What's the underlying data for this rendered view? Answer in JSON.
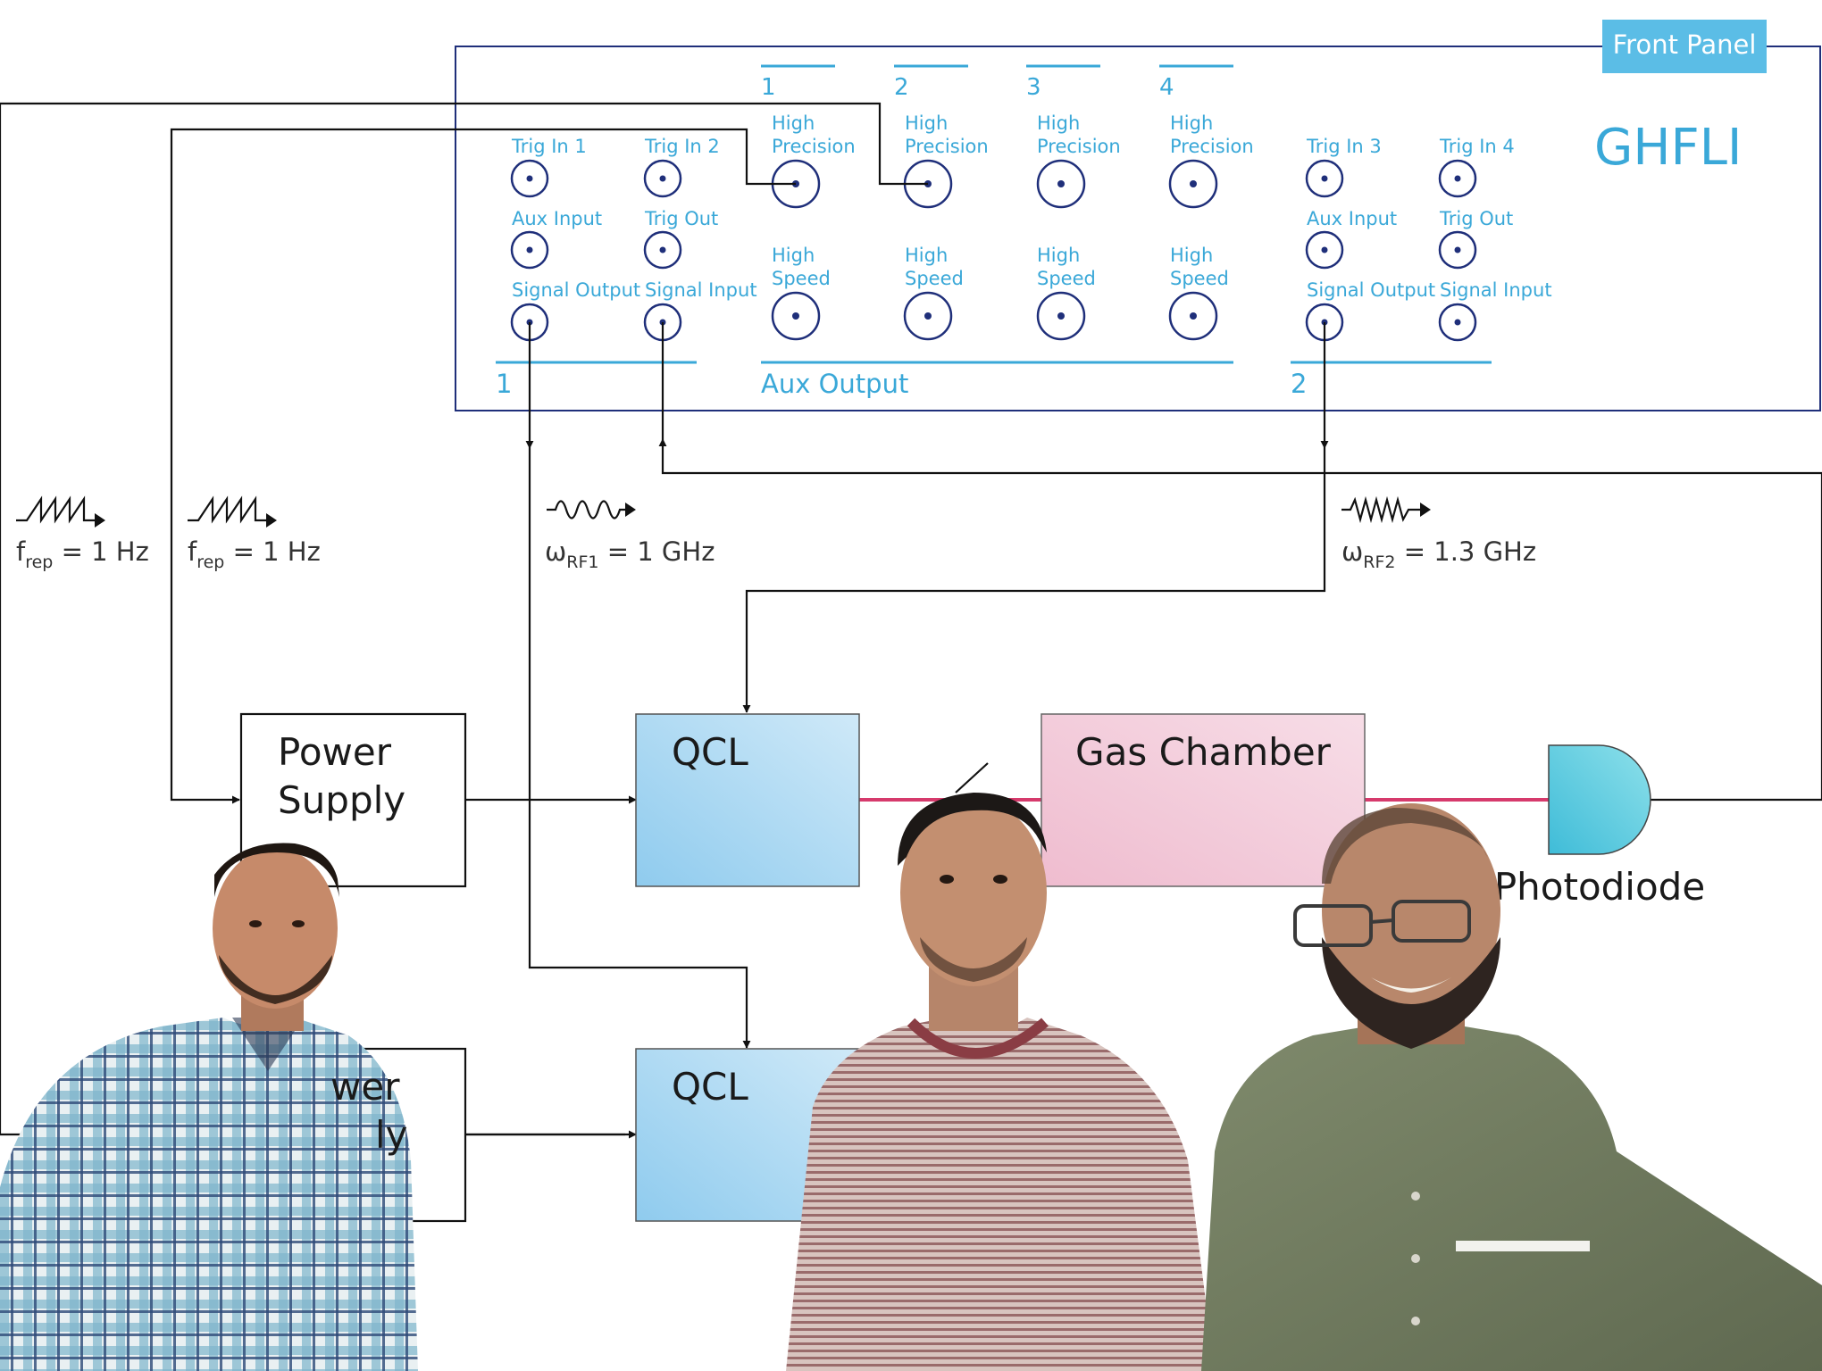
{
  "panel": {
    "badge": "Front Panel",
    "device": "GHFLI",
    "channels": [
      "1",
      "2",
      "3",
      "4"
    ],
    "high_precision": [
      "High",
      "Precision"
    ],
    "high_speed": [
      "High",
      "Speed"
    ],
    "aux_output": "Aux Output",
    "group1": {
      "label": "1",
      "trig_in_a": "Trig In 1",
      "trig_in_b": "Trig In 2",
      "aux_input": "Aux Input",
      "trig_out": "Trig Out",
      "signal_output": "Signal Output",
      "signal_input": "Signal Input"
    },
    "group2": {
      "label": "2",
      "trig_in_a": "Trig In 3",
      "trig_in_b": "Trig In 4",
      "aux_input": "Aux Input",
      "trig_out": "Trig Out",
      "signal_output": "Signal Output",
      "signal_input": "Signal Input"
    }
  },
  "signals": {
    "frep_symbol": "f",
    "frep_sub": "rep",
    "frep_value": " = 1 Hz",
    "rf1_symbol": "ω",
    "rf1_sub": "RF1",
    "rf1_value": " = 1 GHz",
    "rf2_symbol": "ω",
    "rf2_sub": "RF2",
    "rf2_value": " = 1.3 GHz"
  },
  "blocks": {
    "power_supply_1": [
      "Power",
      "Supply"
    ],
    "power_supply_2_visible": [
      "wer",
      "ly"
    ],
    "qcl_1": "QCL",
    "qcl_2": "QCL",
    "gas_chamber": "Gas Chamber",
    "photodiode": "Photodiode"
  },
  "photo": {
    "description_free": true
  },
  "colors": {
    "panel_border": "#1f2f7a",
    "panel_accent": "#3aa8d8",
    "badge_bg": "#5bbde6",
    "qcl_fill": "#a9d9f2",
    "gas_fill": "#f2c6d6",
    "photodiode_fill": "#5cc8dc",
    "beam": "#d63a6c"
  }
}
